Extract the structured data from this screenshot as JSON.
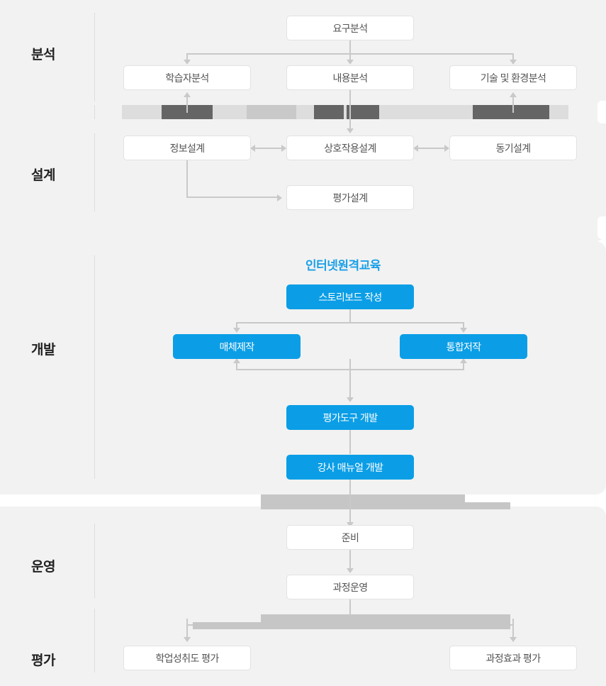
{
  "diagram": {
    "title_accent_color": "#1aa0e8",
    "node_blue": "#0b9ee6",
    "connector_color": "#c9c9c9",
    "panel_bg": "#f2f2f2",
    "section_heading": "인터넷원격교육",
    "phases": [
      {
        "key": "analysis",
        "label": "분석"
      },
      {
        "key": "design",
        "label": "설계"
      },
      {
        "key": "development",
        "label": "개발"
      },
      {
        "key": "operation",
        "label": "운영"
      },
      {
        "key": "evaluation",
        "label": "평가"
      }
    ],
    "nodes": {
      "requirement_analysis": "요구분석",
      "learner_analysis": "학습자분석",
      "content_analysis": "내용분석",
      "tech_env_analysis": "기술 및 환경분석",
      "info_design": "정보설계",
      "interaction_design": "상호작용설계",
      "motivation_design": "동기설계",
      "evaluation_design": "평가설계",
      "storyboard_writing": "스토리보드 작성",
      "media_production": "매체제작",
      "integrated_authoring": "통합저작",
      "assessment_tool_dev": "평가도구 개발",
      "instructor_manual_dev": "강사 매뉴얼 개발",
      "preparation": "준비",
      "course_operation": "과정운영",
      "achievement_evaluation": "학업성취도 평가",
      "course_effect_evaluation": "과정효과 평가"
    }
  }
}
